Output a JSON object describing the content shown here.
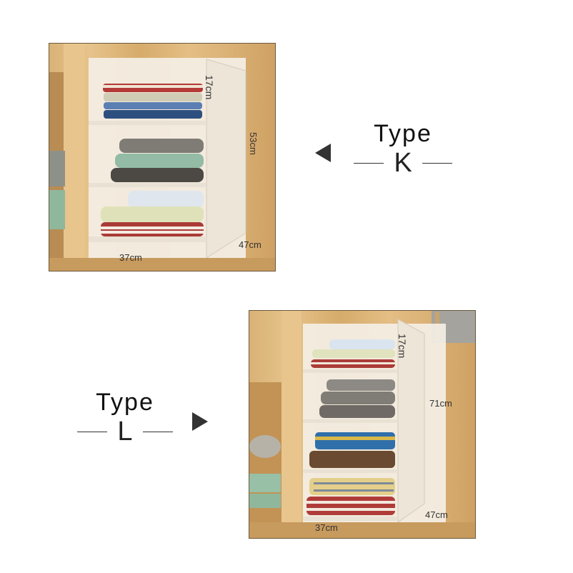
{
  "type_k": {
    "word": "Type",
    "letter": "K",
    "dim_height_shelf": "17cm",
    "dim_height_total": "53cm",
    "dim_width": "37cm",
    "dim_depth": "47cm"
  },
  "type_l": {
    "word": "Type",
    "letter": "L",
    "dim_height_shelf": "17cm",
    "dim_height_total": "71cm",
    "dim_width": "37cm",
    "dim_depth": "47cm"
  },
  "colors": {
    "wood": "#dcb57a",
    "cabinet": "#f4efe6",
    "arrow": "#333333"
  }
}
